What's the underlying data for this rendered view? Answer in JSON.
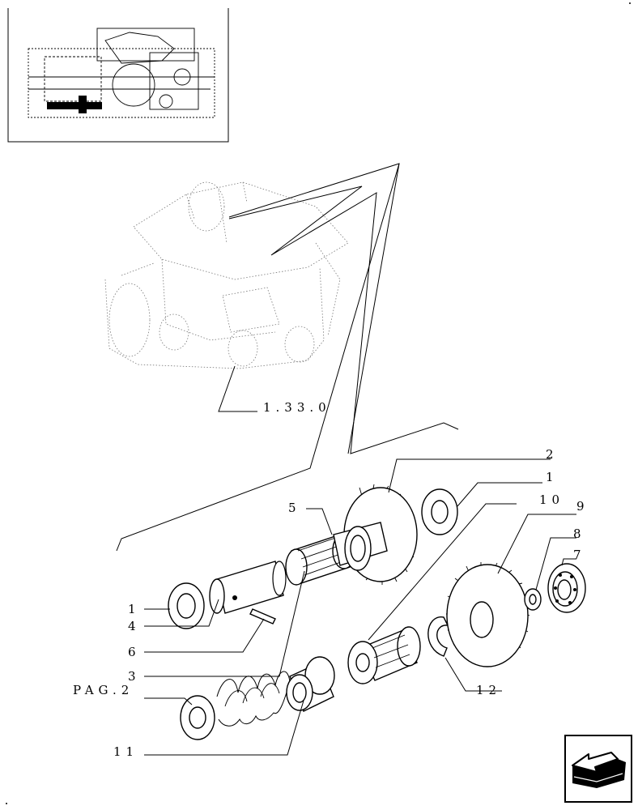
{
  "diagram": {
    "reference_label": "1.33.0",
    "page_ref_label": "PAG.2",
    "callouts": [
      {
        "id": "c1a",
        "text": "1"
      },
      {
        "id": "c4",
        "text": "4"
      },
      {
        "id": "c6",
        "text": "6"
      },
      {
        "id": "c3",
        "text": "3"
      },
      {
        "id": "c5",
        "text": "5"
      },
      {
        "id": "c2",
        "text": "2"
      },
      {
        "id": "c1b",
        "text": "1"
      },
      {
        "id": "c10",
        "text": "10"
      },
      {
        "id": "c9",
        "text": "9"
      },
      {
        "id": "c8",
        "text": "8"
      },
      {
        "id": "c7",
        "text": "7"
      },
      {
        "id": "c12",
        "text": "12"
      },
      {
        "id": "c11",
        "text": "11"
      }
    ]
  },
  "navigation": {
    "next_icon": "next-page-arrow-icon"
  }
}
